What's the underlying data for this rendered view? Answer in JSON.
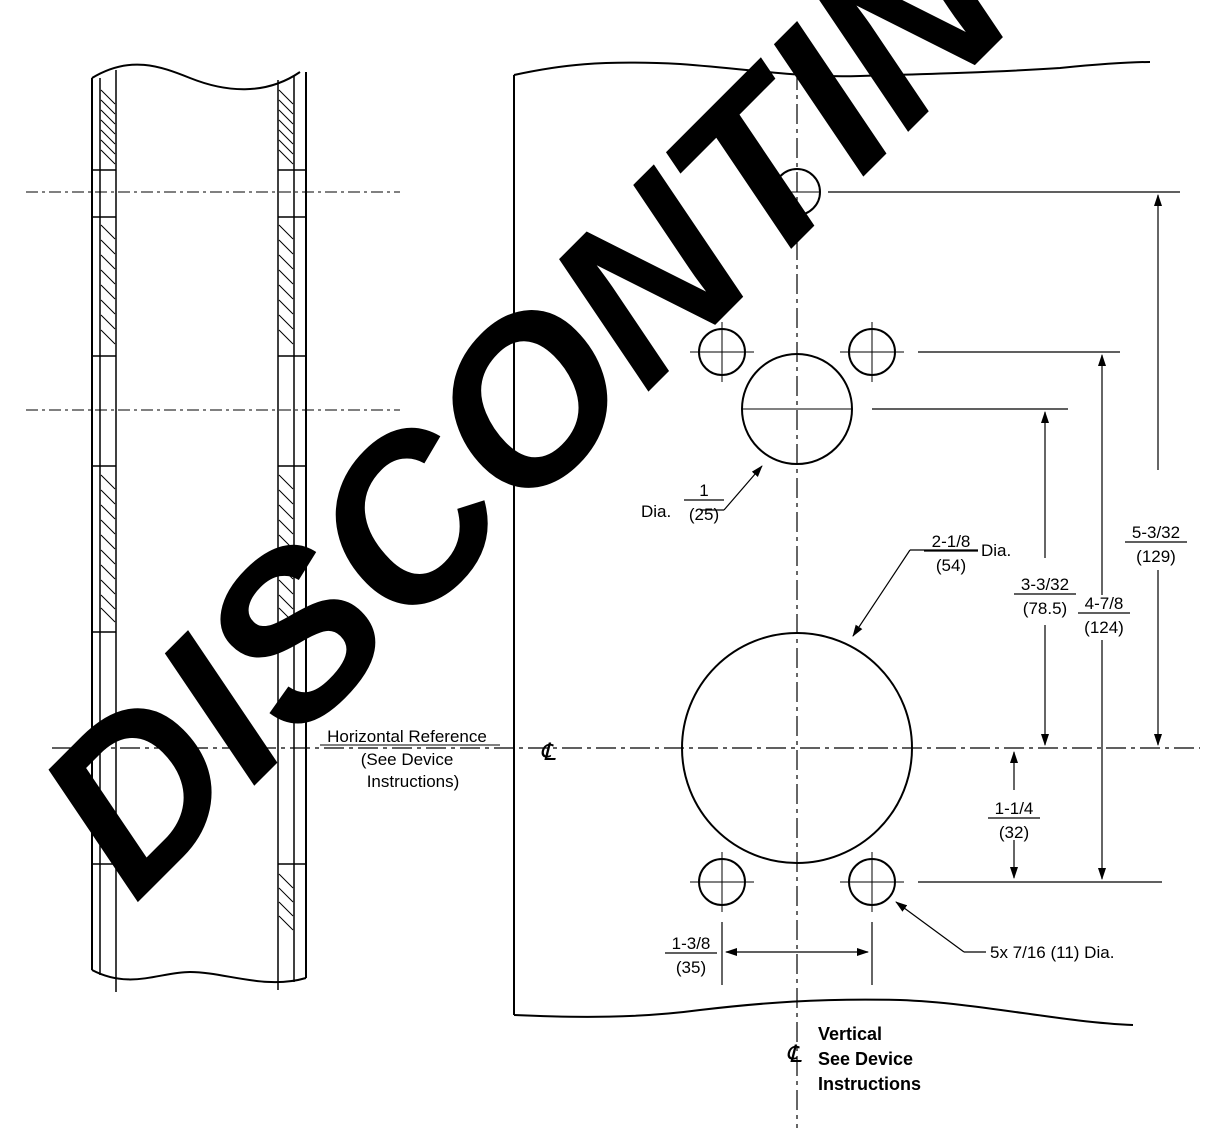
{
  "watermark": "DISCONTINUED",
  "centerline_symbol": "℄",
  "labels": {
    "horizontal_reference": "Horizontal Reference",
    "see_device_1": "(See Device",
    "instructions_1": "Instructions)",
    "vertical": "Vertical",
    "see_device_2": "See Device",
    "instructions_2": "Instructions"
  },
  "dimensions": {
    "small_hole_prefix": "Dia.",
    "small_hole_num": "1",
    "small_hole_den": "(25)",
    "large_hole_num": "2-1/8",
    "large_hole_den": "(54)",
    "large_hole_suffix": "Dia.",
    "d_78_num": "3-3/32",
    "d_78_den": "(78.5)",
    "d_124_num": "4-7/8",
    "d_124_den": "(124)",
    "d_129_num": "5-3/32",
    "d_129_den": "(129)",
    "d_32_num": "1-1/4",
    "d_32_den": "(32)",
    "d_35_num": "1-3/8",
    "d_35_den": "(35)",
    "mount_holes": "5x 7/16 (11) Dia."
  },
  "colors": {
    "line": "#000000",
    "background": "#ffffff"
  }
}
